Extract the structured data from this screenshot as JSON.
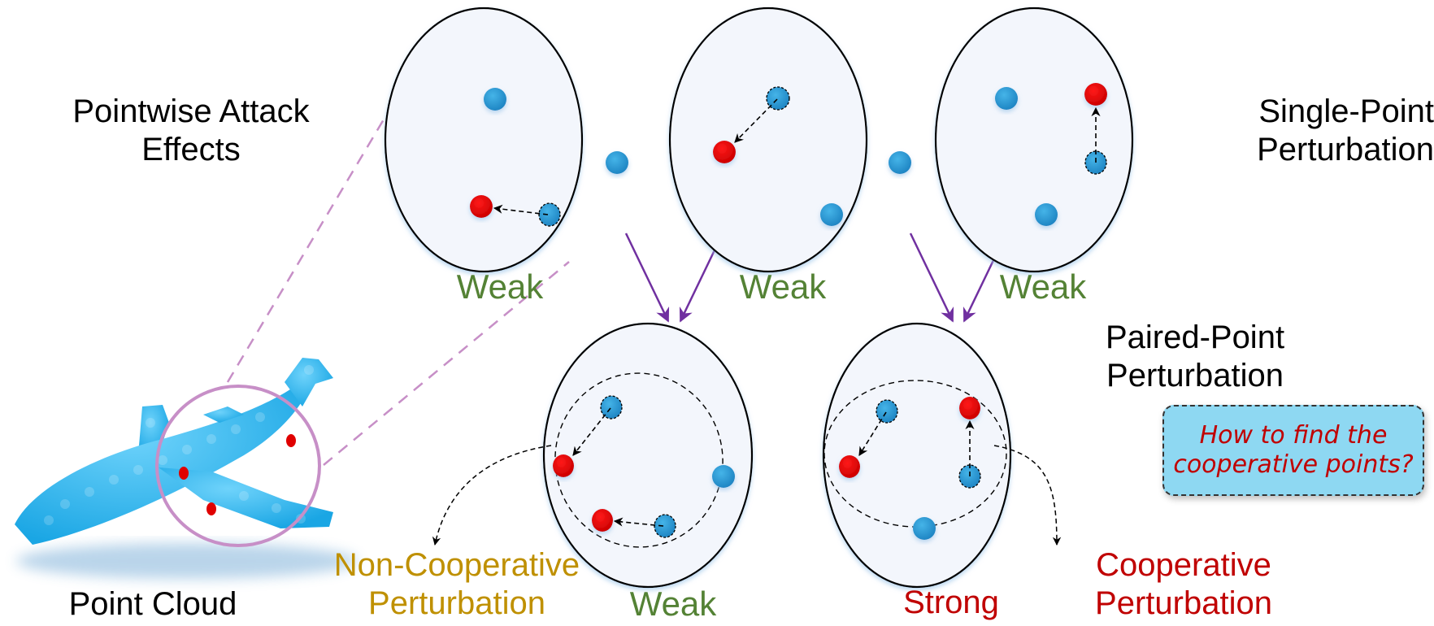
{
  "title_left": {
    "line1": "Pointwise Attack",
    "line2": "Effects"
  },
  "point_cloud_label": "Point Cloud",
  "single_point_label": {
    "line1": "Single-Point",
    "line2": "Perturbation"
  },
  "paired_point_label": {
    "line1": "Paired-Point",
    "line2": "Perturbation"
  },
  "top_circles": [
    {
      "effect": "Weak"
    },
    {
      "effect": "Weak"
    },
    {
      "effect": "Weak"
    }
  ],
  "bottom_circles": [
    {
      "effect": "Weak"
    },
    {
      "effect": "Strong"
    }
  ],
  "non_cooperative_label": {
    "line1": "Non-Cooperative",
    "line2": "Perturbation"
  },
  "cooperative_label": {
    "line1": "Cooperative",
    "line2": "Perturbation"
  },
  "callout": {
    "line1": "How to find the",
    "line2": "cooperative points?"
  },
  "colors": {
    "clean_point": "#2e9bd6",
    "perturbed_point": "#e00000",
    "arrow_purple": "#7030a0",
    "zoom_ring": "#c78fc7",
    "weak_text": "#548235",
    "strong_text": "#c00000",
    "noncoop_text": "#bf9000",
    "circle_fill": "#f3f6fc"
  }
}
